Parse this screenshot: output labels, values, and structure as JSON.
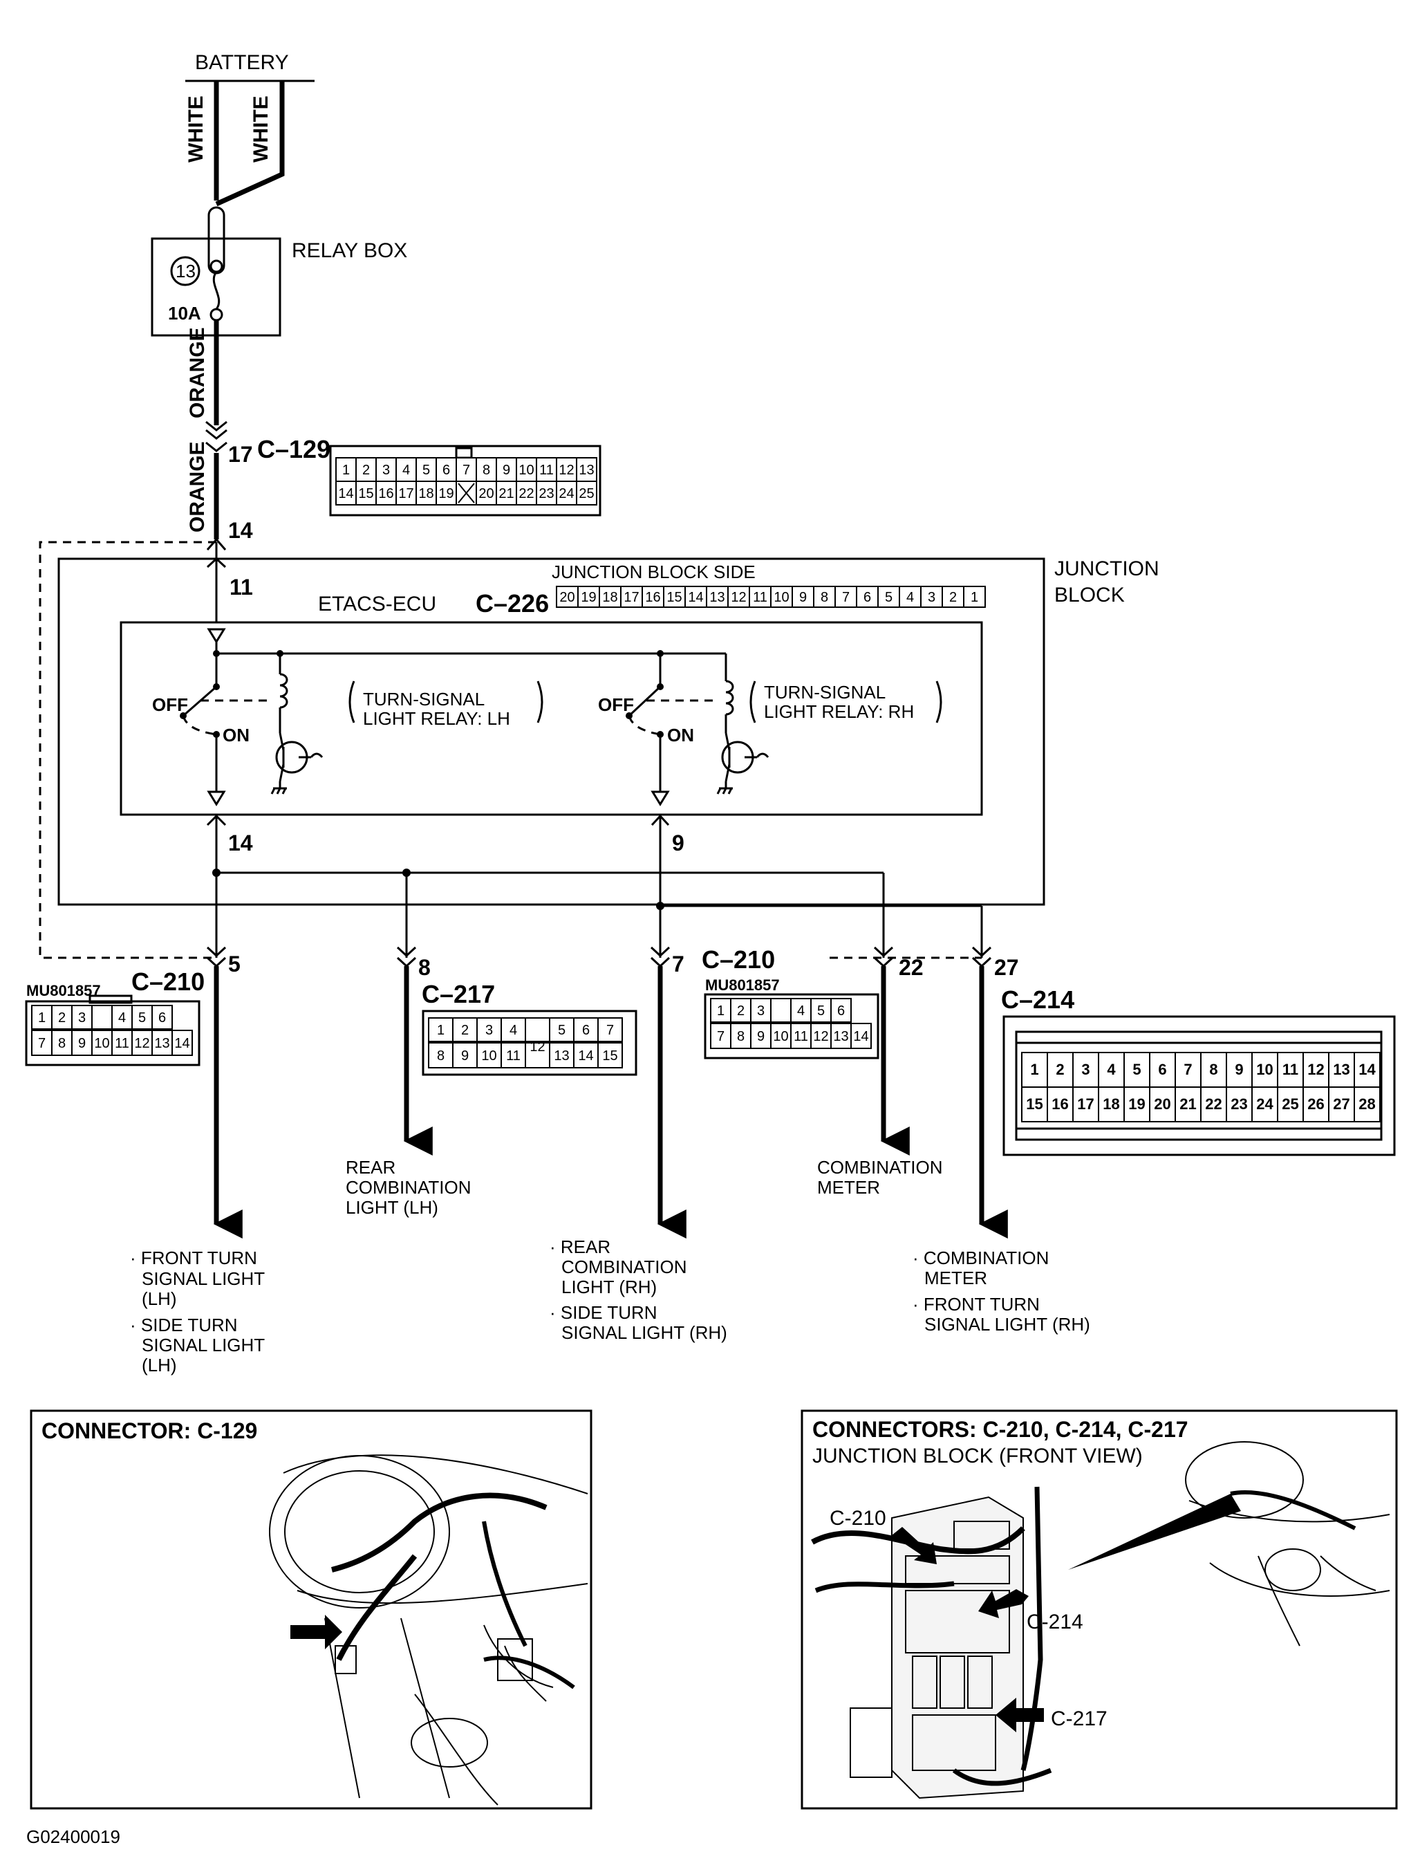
{
  "battery": {
    "label": "BATTERY",
    "wire_left": "WHITE",
    "wire_right": "WHITE"
  },
  "relay_box": {
    "label": "RELAY BOX",
    "fuse_number": "13",
    "fuse_rating": "10A"
  },
  "wires": {
    "orange_top": "ORANGE",
    "orange_bottom": "ORANGE"
  },
  "c129": {
    "id": "C–129",
    "pin_top": "17",
    "pin_bottom": "14",
    "row1": [
      "1",
      "2",
      "3",
      "4",
      "5",
      "6",
      "7",
      "8",
      "9",
      "10",
      "11",
      "12",
      "13"
    ],
    "row2": [
      "14",
      "15",
      "16",
      "17",
      "18",
      "19",
      "",
      "20",
      "21",
      "22",
      "23",
      "24",
      "25"
    ]
  },
  "junction_block": {
    "label_line1": "JUNCTION",
    "label_line2": "BLOCK",
    "side_label": "JUNCTION BLOCK SIDE"
  },
  "etacs": {
    "label": "ETACS-ECU",
    "id": "C–226",
    "pin_in": "11",
    "pin_lh_out": "14",
    "pin_rh_out": "9",
    "pins": [
      "20",
      "19",
      "18",
      "17",
      "16",
      "15",
      "14",
      "13",
      "12",
      "11",
      "10",
      "9",
      "8",
      "7",
      "6",
      "5",
      "4",
      "3",
      "2",
      "1"
    ]
  },
  "relay_lh": {
    "off": "OFF",
    "on": "ON",
    "line1": "TURN-SIGNAL",
    "line2": "LIGHT RELAY: LH"
  },
  "relay_rh": {
    "off": "OFF",
    "on": "ON",
    "line1": "TURN-SIGNAL",
    "line2": "LIGHT RELAY: RH"
  },
  "c210_left": {
    "part": "MU801857",
    "id": "C–210",
    "row1": [
      "1",
      "2",
      "3",
      "",
      "4",
      "5",
      "6"
    ],
    "row2": [
      "7",
      "8",
      "9",
      "10",
      "11",
      "12",
      "13",
      "14"
    ]
  },
  "c210_right": {
    "part": "MU801857",
    "id": "C–210",
    "row1": [
      "1",
      "2",
      "3",
      "",
      "4",
      "5",
      "6"
    ],
    "row2": [
      "7",
      "8",
      "9",
      "10",
      "11",
      "12",
      "13",
      "14"
    ]
  },
  "c217": {
    "id": "C–217",
    "row1": [
      "1",
      "2",
      "3",
      "4",
      "",
      "5",
      "6",
      "7"
    ],
    "row2": [
      "8",
      "9",
      "10",
      "11",
      "",
      "13",
      "14",
      "15"
    ],
    "center": "12"
  },
  "c214": {
    "id": "C–214",
    "row1": [
      "1",
      "2",
      "3",
      "4",
      "5",
      "6",
      "7",
      "8",
      "9",
      "10",
      "11",
      "12",
      "13",
      "14"
    ],
    "row2": [
      "15",
      "16",
      "17",
      "18",
      "19",
      "20",
      "21",
      "22",
      "23",
      "24",
      "25",
      "26",
      "27",
      "28"
    ]
  },
  "output_pins": {
    "p5": "5",
    "p8": "8",
    "p7": "7",
    "p22": "22",
    "p27": "27"
  },
  "destinations": {
    "lh_front": [
      "FRONT TURN",
      "SIGNAL LIGHT",
      "(LH)"
    ],
    "lh_side": [
      "SIDE TURN",
      "SIGNAL LIGHT",
      "(LH)"
    ],
    "rear_lh": [
      "REAR",
      "COMBINATION",
      "LIGHT (LH)"
    ],
    "rh_rear": [
      "REAR",
      "COMBINATION",
      "LIGHT (RH)"
    ],
    "rh_side": [
      "SIDE TURN",
      "SIGNAL LIGHT (RH)"
    ],
    "meter": [
      "COMBINATION",
      "METER"
    ],
    "meter2": [
      "COMBINATION",
      "METER"
    ],
    "rh_front": [
      "FRONT TURN",
      "SIGNAL LIGHT (RH)"
    ]
  },
  "panel_left": {
    "title": "CONNECTOR: C-129"
  },
  "panel_right": {
    "title": "CONNECTORS: C-210, C-214, C-217",
    "subtitle": "JUNCTION BLOCK (FRONT VIEW)",
    "callout_210": "C-210",
    "callout_214": "C-214",
    "callout_217": "C-217"
  },
  "figure_code": "G02400019"
}
